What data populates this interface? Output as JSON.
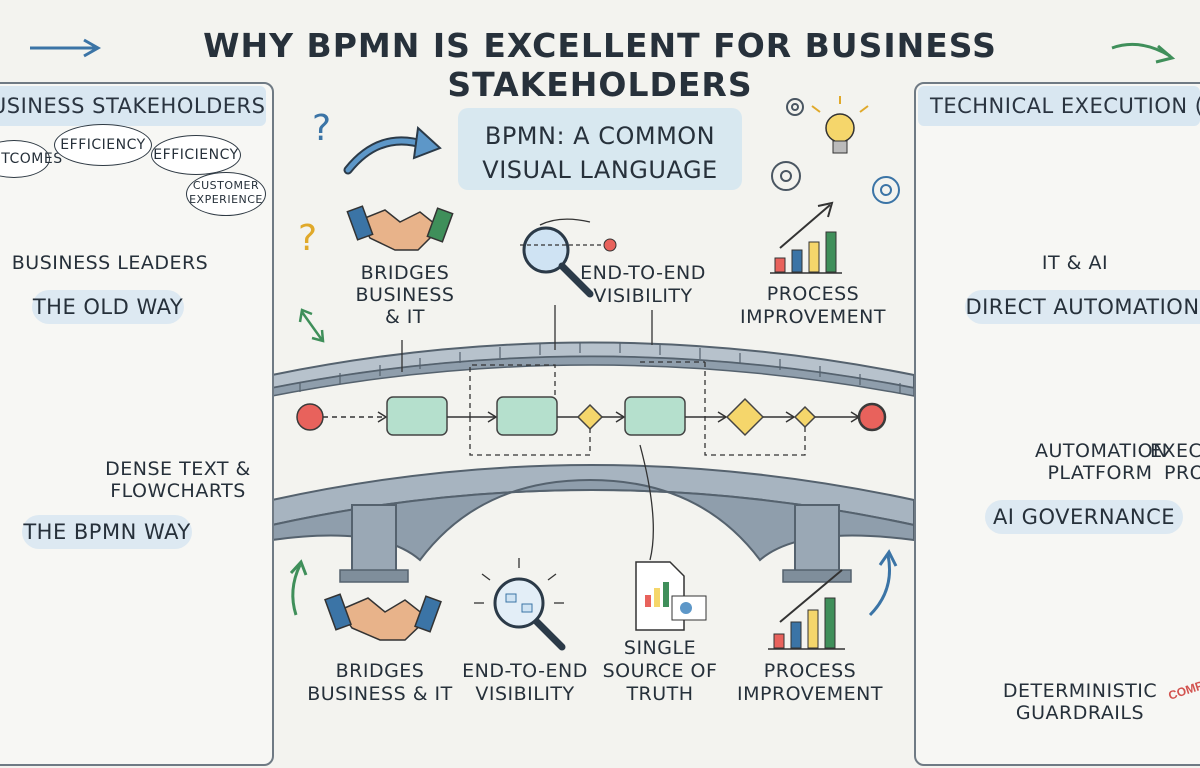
{
  "title": "WHY BPMN IS EXCELLENT FOR BUSINESS STAKEHOLDERS",
  "left": {
    "header": "BUSINESS STAKEHOLDERS",
    "bubbles": [
      "OUTCOMES",
      "EFFICIENCY",
      "EFFICIENCY",
      "CUSTOMER EXPERIENCE"
    ],
    "leaders_label": "BUSINESS LEADERS",
    "old_way": "THE OLD WAY",
    "dense_label_1": "DENSE TEXT &",
    "dense_label_2": "FLOWCHARTS",
    "bpmn_way": "THE BPMN WAY"
  },
  "center": {
    "box_line1": "BPMN: A COMMON",
    "box_line2": "VISUAL LANGUAGE",
    "top_labels": {
      "bridges_1": "BRIDGES",
      "bridges_2": "BUSINESS",
      "bridges_3": "& IT",
      "visibility_1": "END-TO-END",
      "visibility_2": "VISIBILITY",
      "improvement_1": "PROCESS",
      "improvement_2": "IMPROVEMENT"
    },
    "bottom_labels": {
      "bridges_1": "BRIDGES",
      "bridges_2": "BUSINESS & IT",
      "visibility_1": "END-TO-END",
      "visibility_2": "VISIBILITY",
      "truth_1": "SINGLE",
      "truth_2": "SOURCE OF",
      "truth_3": "TRUTH",
      "improvement_1": "PROCESS",
      "improvement_2": "IMPROVEMENT"
    }
  },
  "right": {
    "header": "TECHNICAL EXECUTION (IT & AI)",
    "it_ai_label": "IT & AI",
    "direct_automation": "DIRECT AUTOMATION",
    "automation_1": "AUTOMATION",
    "automation_2": "PLATFORM",
    "execute_1": "EXECUTE",
    "execute_2": "PROCESS",
    "ai_governance": "AI GOVERNANCE",
    "guardrails_1": "DETERMINISTIC",
    "guardrails_2": "GUARDRAILS",
    "stamp": "COMPLIANT"
  },
  "colors": {
    "header_bg": "#d9e7f1",
    "task_green": "#b5e0cd",
    "start_event": "#e8625c",
    "gateway": "#f5d66b",
    "bridge": "#8f9eac"
  }
}
